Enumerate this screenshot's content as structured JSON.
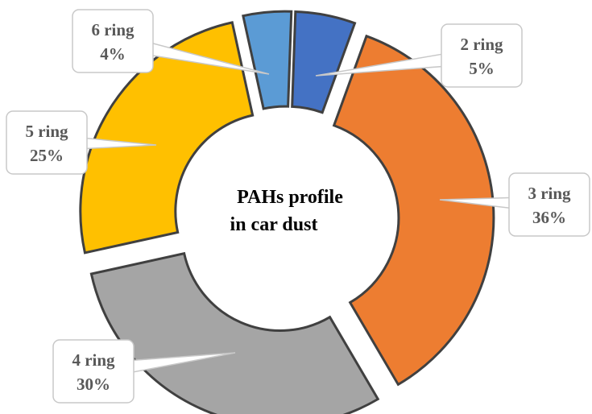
{
  "chart_data": {
    "type": "pie",
    "title": "PAHs profile in car dust",
    "title_lines": [
      "PAHs profile",
      "in car dust"
    ],
    "categories": [
      "2 ring",
      "3 ring",
      "4 ring",
      "5 ring",
      "6 ring"
    ],
    "values": [
      5,
      36,
      30,
      25,
      4
    ],
    "labels": [
      "5%",
      "36%",
      "30%",
      "25%",
      "4%"
    ],
    "colors": [
      "#4472C4",
      "#ED7D31",
      "#A5A5A5",
      "#FFC000",
      "#5B9BD5"
    ],
    "style": "exploded doughnut",
    "legend": "none (category names shown in callouts)"
  }
}
